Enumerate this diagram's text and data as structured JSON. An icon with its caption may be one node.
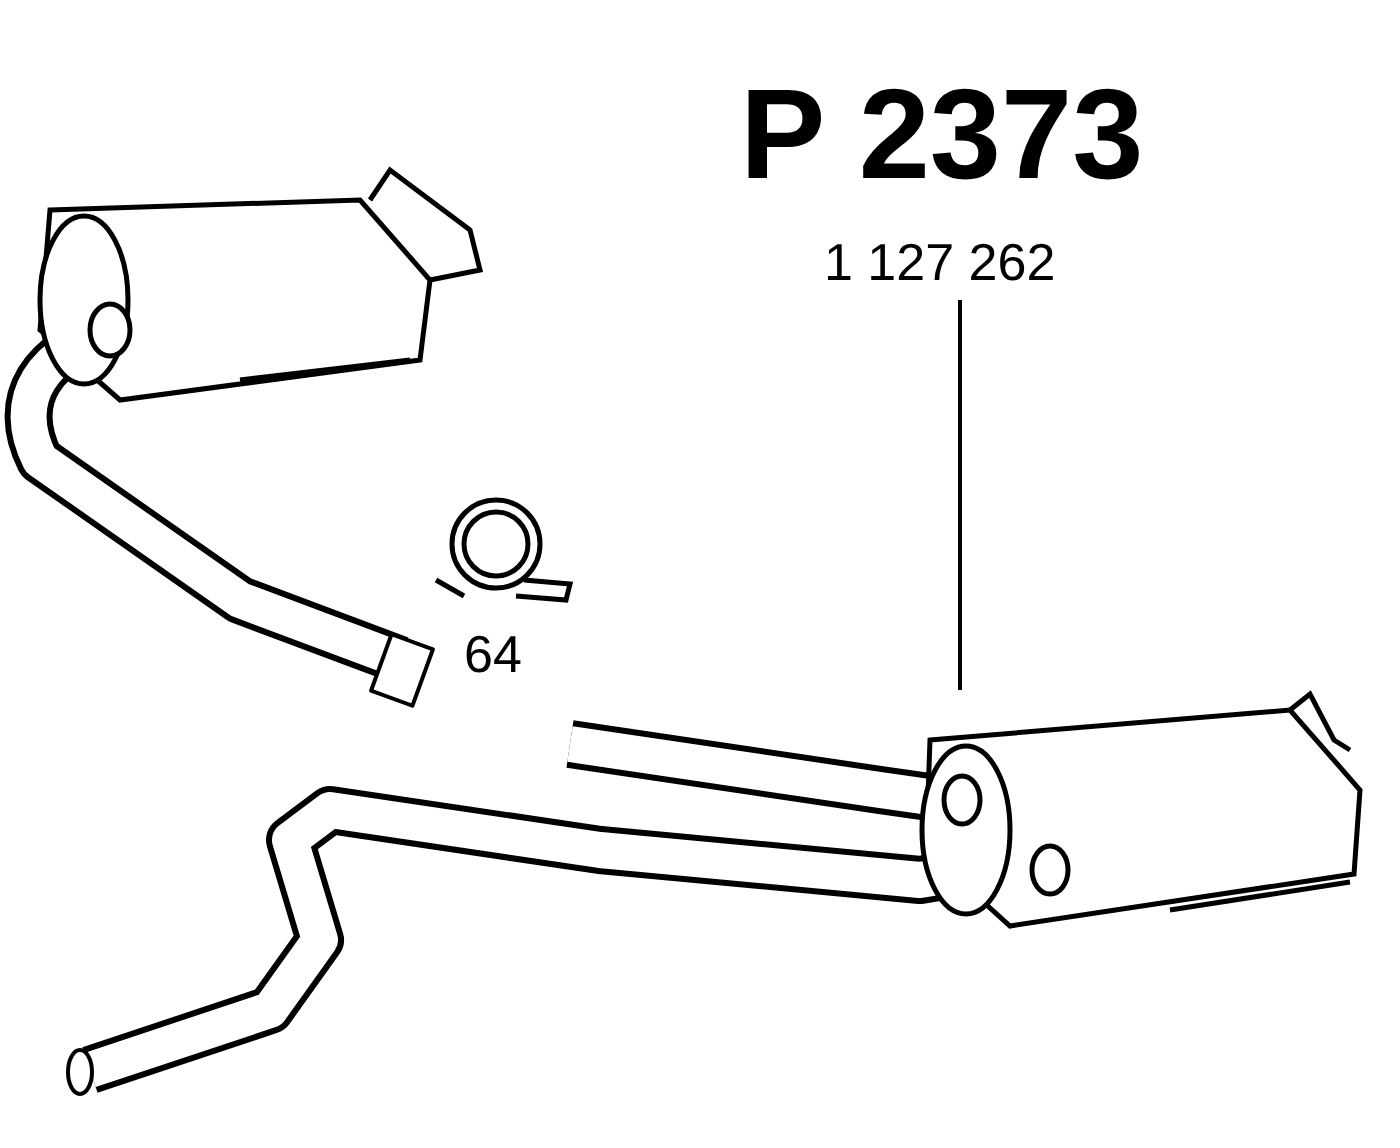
{
  "diagram": {
    "title": "P 2373",
    "nodes": [
      {
        "text": [
          "1 127 262"
        ]
      },
      {
        "text": [],
        "shape": "picture"
      }
    ],
    "edges": [
      {
        "from": 0,
        "to": 1,
        "arrow": "none"
      }
    ],
    "labels": [
      "64"
    ]
  }
}
